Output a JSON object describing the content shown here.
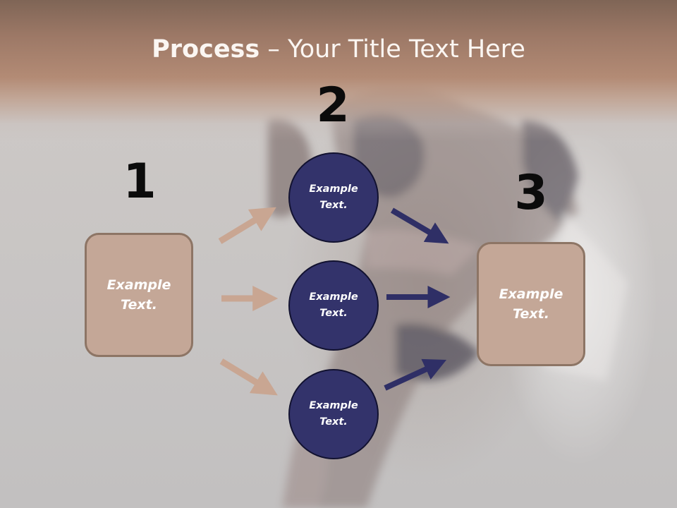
{
  "title": {
    "bold": "Process",
    "rest": " – Your Title Text Here"
  },
  "steps": [
    {
      "number": "1",
      "text": "Example Text."
    },
    {
      "number": "2",
      "circles": [
        "Example Text.",
        "Example Text.",
        "Example Text."
      ]
    },
    {
      "number": "3",
      "text": "Example Text."
    }
  ],
  "colors": {
    "box_fill": "#c4a797",
    "box_border": "#8d7565",
    "circle_fill": "#33336b",
    "arrow_tan": "#c9a692",
    "arrow_navy": "#2f2f66",
    "header": "#b38b75"
  }
}
